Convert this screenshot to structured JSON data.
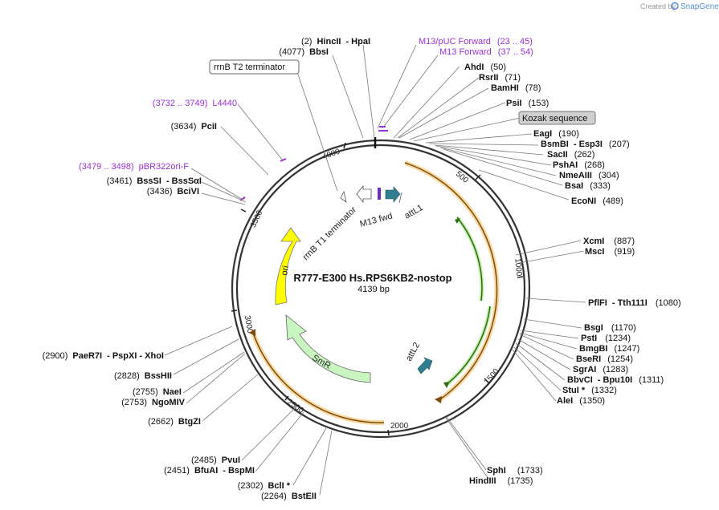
{
  "branding": {
    "created_by": "Created by",
    "brand": "SnapGene"
  },
  "plasmid": {
    "name": "R777-E300 Hs.RPS6KB2-nostop",
    "length_text": "4139 bp"
  },
  "colors": {
    "backbone": "#333333",
    "cds_orange": "#f2a83a",
    "cds_green": "#5fbf3a",
    "ori_yellow": "#ffff00",
    "smr_green": "#c8f5c0",
    "att_teal": "#2f7f91",
    "primer_purple": "#9b30d9"
  },
  "ticks": [
    "500",
    "1000",
    "1500",
    "2000",
    "2500",
    "3000",
    "3500",
    "4000"
  ],
  "features": {
    "ori": "ori",
    "smr": "SmR",
    "attl1": "attL1",
    "attl2": "attL2",
    "m13fwd": "M13 fwd",
    "rrnb_t1": "rrnB T1 terminator"
  },
  "boxed_labels": {
    "rrnb_t2": "rrnB T2 terminator",
    "kozak": "Kozak sequence"
  },
  "primers": [
    {
      "id": "m13puc",
      "name": "M13/pUC Forward",
      "pos": "(23 .. 45)"
    },
    {
      "id": "m13fwd",
      "name": "M13 Forward",
      "pos": "(37 .. 54)"
    },
    {
      "id": "l4440",
      "name": "L4440",
      "pos": "(3732 .. 3749)"
    },
    {
      "id": "pbr322",
      "name": "pBR322ori-F",
      "pos": "(3479 .. 3498)"
    }
  ],
  "sites_left": [
    {
      "id": "hincii",
      "pos": "(2)",
      "enz": "HincII",
      "extra": "- HpaI"
    },
    {
      "id": "bbsi",
      "pos": "(4077)",
      "enz": "BbsI",
      "extra": ""
    },
    {
      "id": "pcii",
      "pos": "(3634)",
      "enz": "PciI",
      "extra": ""
    },
    {
      "id": "bsssi",
      "pos": "(3461)",
      "enz": "BssSI",
      "extra": "- BssSαI"
    },
    {
      "id": "bcivi",
      "pos": "(3436)",
      "enz": "BciVI",
      "extra": ""
    },
    {
      "id": "paer7i",
      "pos": "(2900)",
      "enz": "PaeR7I",
      "extra": "- PspXI - XhoI"
    },
    {
      "id": "bsshii",
      "pos": "(2828)",
      "enz": "BssHII",
      "extra": ""
    },
    {
      "id": "naei",
      "pos": "(2755)",
      "enz": "NaeI",
      "extra": ""
    },
    {
      "id": "ngomiv",
      "pos": "(2753)",
      "enz": "NgoMIV",
      "extra": ""
    },
    {
      "id": "btgzi",
      "pos": "(2662)",
      "enz": "BtgZI",
      "extra": ""
    },
    {
      "id": "pvui",
      "pos": "(2485)",
      "enz": "PvuI",
      "extra": ""
    },
    {
      "id": "bfuai",
      "pos": "(2451)",
      "enz": "BfuAI",
      "extra": "- BspMI"
    },
    {
      "id": "bcli",
      "pos": "(2302)",
      "enz": "BclI *",
      "extra": ""
    },
    {
      "id": "bsteii",
      "pos": "(2264)",
      "enz": "BstEII",
      "extra": ""
    }
  ],
  "sites_right": [
    {
      "id": "ahdi",
      "enz": "AhdI",
      "extra": "",
      "pos": "(50)"
    },
    {
      "id": "rsrii",
      "enz": "RsrII",
      "extra": "",
      "pos": "(71)"
    },
    {
      "id": "bamhi",
      "enz": "BamHI",
      "extra": "",
      "pos": "(78)"
    },
    {
      "id": "psii",
      "enz": "PsiI",
      "extra": "",
      "pos": "(153)"
    },
    {
      "id": "eagi",
      "enz": "EagI",
      "extra": "",
      "pos": "(190)"
    },
    {
      "id": "bsmbi",
      "enz": "BsmBI",
      "extra": "- Esp3I",
      "pos": "(207)"
    },
    {
      "id": "sacii",
      "enz": "SacII",
      "extra": "",
      "pos": "(262)"
    },
    {
      "id": "pshai",
      "enz": "PshAI",
      "extra": "",
      "pos": "(268)"
    },
    {
      "id": "nmeaiii",
      "enz": "NmeAIII",
      "extra": "",
      "pos": "(304)"
    },
    {
      "id": "bsai",
      "enz": "BsaI",
      "extra": "",
      "pos": "(333)"
    },
    {
      "id": "econi",
      "enz": "EcoNI",
      "extra": "",
      "pos": "(489)"
    },
    {
      "id": "xcmi",
      "enz": "XcmI",
      "extra": "",
      "pos": "(887)"
    },
    {
      "id": "msci",
      "enz": "MscI",
      "extra": "",
      "pos": "(919)"
    },
    {
      "id": "pflfi",
      "enz": "PflFI",
      "extra": "- Tth111I",
      "pos": "(1080)"
    },
    {
      "id": "bsgi",
      "enz": "BsgI",
      "extra": "",
      "pos": "(1170)"
    },
    {
      "id": "psti",
      "enz": "PstI",
      "extra": "",
      "pos": "(1234)"
    },
    {
      "id": "bmgbi",
      "enz": "BmgBI",
      "extra": "",
      "pos": "(1247)"
    },
    {
      "id": "bseri",
      "enz": "BseRI",
      "extra": "",
      "pos": "(1254)"
    },
    {
      "id": "sgrai",
      "enz": "SgrAI",
      "extra": "",
      "pos": "(1283)"
    },
    {
      "id": "bbvci",
      "enz": "BbvCI",
      "extra": "- Bpu10I",
      "pos": "(1311)"
    },
    {
      "id": "stui",
      "enz": "StuI *",
      "extra": "",
      "pos": "(1332)"
    },
    {
      "id": "alei",
      "enz": "AleI",
      "extra": "",
      "pos": "(1350)"
    },
    {
      "id": "sphi",
      "enz": "SphI",
      "extra": "",
      "pos": "(1733)"
    },
    {
      "id": "hindiii",
      "enz": "HindIII",
      "extra": "",
      "pos": "(1735)"
    }
  ]
}
